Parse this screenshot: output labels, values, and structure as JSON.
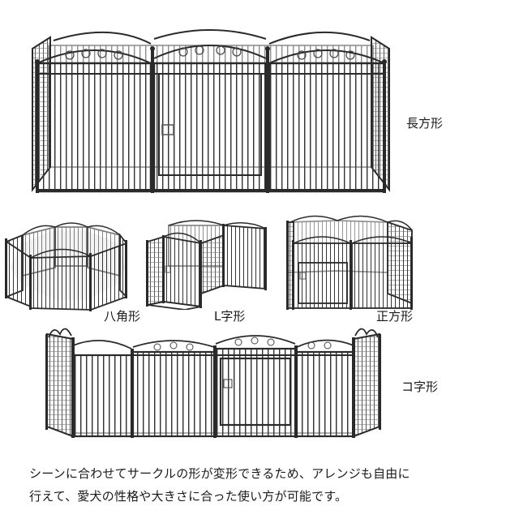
{
  "colors": {
    "background": "#ffffff",
    "frame": "#2a2a2a",
    "text": "#1a1a1a"
  },
  "layouts": [
    {
      "id": "rectangle",
      "label": "長方形",
      "panels": 6,
      "description": "3 front panels with center gate, 2 side panels"
    },
    {
      "id": "octagon",
      "label": "八角形",
      "panels": 8
    },
    {
      "id": "l-shape",
      "label": "L字形",
      "panels": 8
    },
    {
      "id": "square",
      "label": "正方形",
      "panels": 4,
      "description": "Square with gate"
    },
    {
      "id": "u-shape",
      "label": "コ字形",
      "panels": 6,
      "description": "4 front panels with gate, 2 side panels"
    }
  ],
  "caption": {
    "line1": "シーンに合わせてサークルの形が変形できるため、アレンジも自由に",
    "line2": "行えて、愛犬の性格や大きさに合った使い方が可能です。"
  }
}
